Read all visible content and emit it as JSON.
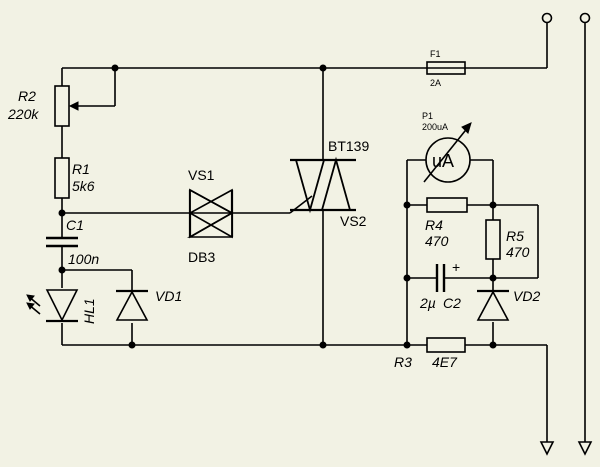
{
  "components": {
    "r2": {
      "ref": "R2",
      "value": "220k"
    },
    "r1": {
      "ref": "R1",
      "value": "5k6"
    },
    "c1": {
      "ref": "C1",
      "value": "100n"
    },
    "vs1": {
      "ref": "VS1",
      "type": "DB3"
    },
    "vs2": {
      "ref": "VS2",
      "type": "BT139"
    },
    "f1": {
      "ref": "F1",
      "value": "2A"
    },
    "p1": {
      "ref": "P1",
      "value": "200uA",
      "symbol": "uA"
    },
    "r4": {
      "ref": "R4",
      "value": "470"
    },
    "r5": {
      "ref": "R5",
      "value": "470"
    },
    "c2": {
      "ref": "C2",
      "value": "2µ",
      "polarity": "+"
    },
    "vd2": {
      "ref": "VD2"
    },
    "r3": {
      "ref": "R3",
      "value": "4E7"
    },
    "hl1": {
      "ref": "HL1"
    },
    "vd1": {
      "ref": "VD1"
    }
  }
}
